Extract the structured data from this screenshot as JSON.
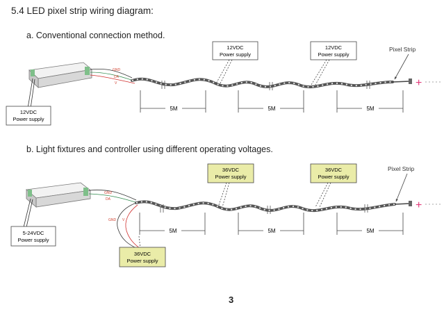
{
  "heading": "5.4 LED pixel strip wiring diagram:",
  "section_a": {
    "title": "a.  Conventional connection method.",
    "controller_supply": [
      "12VDC",
      "Power supply"
    ],
    "injection_supplies": [
      [
        "12VDC",
        "Power supply"
      ],
      [
        "12VDC",
        "Power supply"
      ]
    ],
    "wire_labels": [
      "GND",
      "DA",
      "V"
    ],
    "segment_label": "5M",
    "pixel_strip_label": "Pixel Strip"
  },
  "section_b": {
    "title": "b.  Light fixtures and controller using different operating voltages.",
    "controller_supply": [
      "5-24VDC",
      "Power supply"
    ],
    "injection_supplies": [
      [
        "36VDC",
        "Power supply"
      ],
      [
        "36VDC",
        "Power supply"
      ]
    ],
    "strip_supply": [
      "36VDC",
      "Power supply"
    ],
    "wire_labels": [
      "GND",
      "DA",
      "GND",
      "V"
    ],
    "segment_label": "5M",
    "pixel_strip_label": "Pixel Strip"
  },
  "page_number": "3",
  "colors": {
    "plain_box": "#ffffff",
    "highlight_box": "#eaeca8",
    "wire_red": "#d0302f",
    "wire_green": "#2f8a4c",
    "plus_sign": "#e23a7a",
    "label_red": "#d0402f"
  }
}
